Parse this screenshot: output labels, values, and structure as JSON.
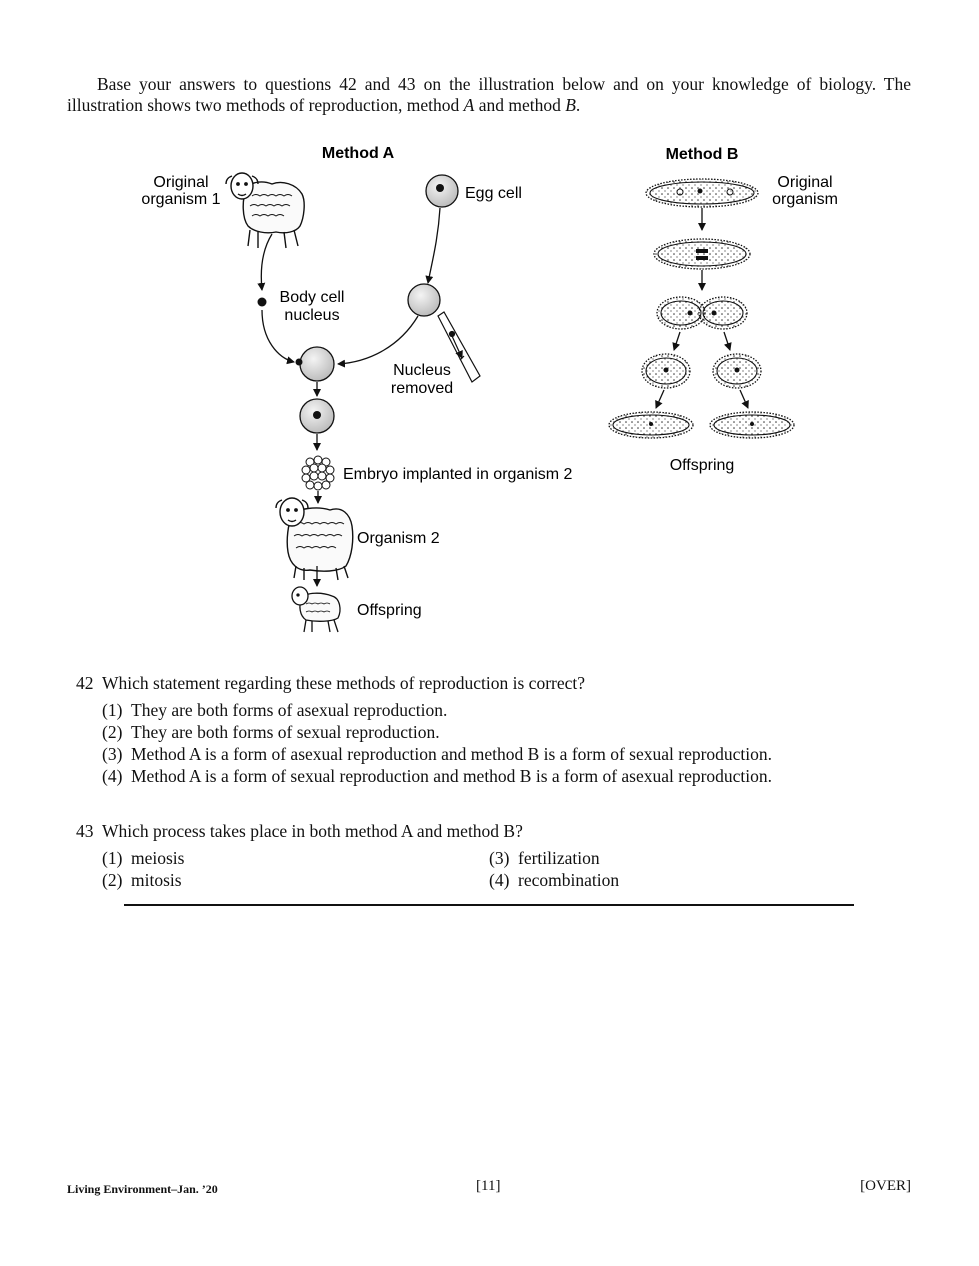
{
  "intro": {
    "part1": "Base your answers to questions 42 and 43 on the illustration below and on your knowledge of biology. The illustration shows two methods of reproduction, method ",
    "a": "A",
    "part2": " and method ",
    "b": "B",
    "part3": "."
  },
  "figure": {
    "method_a": {
      "title": "Method A",
      "original_line1": "Original",
      "original_line2": "organism 1",
      "egg_cell": "Egg cell",
      "body_cell_line1": "Body cell",
      "body_cell_line2": "nucleus",
      "nucleus_line1": "Nucleus",
      "nucleus_line2": "removed",
      "embryo": "Embryo implanted in organism 2",
      "organism2": "Organism 2",
      "offspring": "Offspring"
    },
    "method_b": {
      "title": "Method B",
      "original_line1": "Original",
      "original_line2": "organism",
      "offspring": "Offspring"
    }
  },
  "q42": {
    "number": "42",
    "stem": "Which statement regarding these methods of reproduction is correct?",
    "options": [
      {
        "n": "(1)",
        "text": "They are both forms of asexual reproduction."
      },
      {
        "n": "(2)",
        "text": "They are both forms of sexual reproduction."
      },
      {
        "n": "(3)",
        "text": "Method A is a form of asexual reproduction and method B is a form of sexual reproduction."
      },
      {
        "n": "(4)",
        "text": "Method A is a form of sexual reproduction and method B is a form of asexual reproduction."
      }
    ]
  },
  "q43": {
    "number": "43",
    "stem": "Which process takes place in both method A and method B?",
    "options": [
      {
        "n": "(1)",
        "text": "meiosis"
      },
      {
        "n": "(2)",
        "text": "mitosis"
      },
      {
        "n": "(3)",
        "text": "fertilization"
      },
      {
        "n": "(4)",
        "text": "recombination"
      }
    ]
  },
  "footer": {
    "left": "Living Environment–Jan. ’20",
    "center": "[11]",
    "right": "[OVER]"
  }
}
